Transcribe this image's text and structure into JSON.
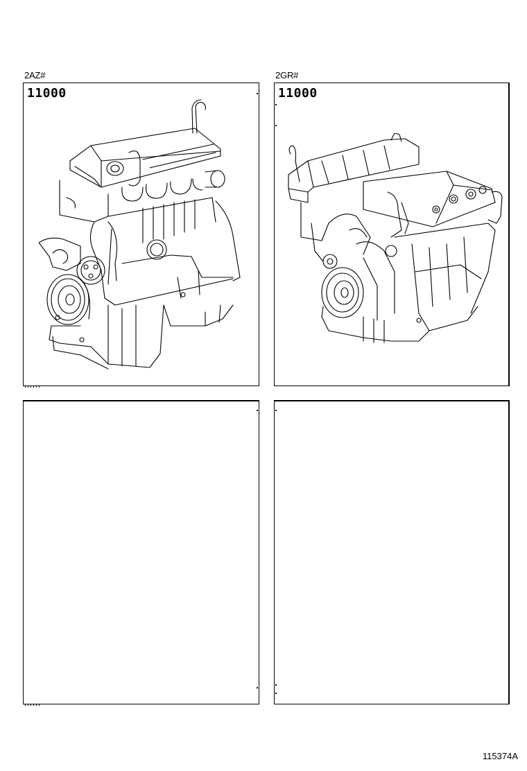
{
  "panels": [
    {
      "engine_code": "2AZ#",
      "part_number": "11000",
      "illustration": "inline-4 engine assembly (2AZ)"
    },
    {
      "engine_code": "2GR#",
      "part_number": "11000",
      "illustration": "V6 engine assembly (2GR)"
    },
    {
      "engine_code": "",
      "part_number": "",
      "illustration": "empty"
    },
    {
      "engine_code": "",
      "part_number": "",
      "illustration": "empty"
    }
  ],
  "footer": {
    "illustration_id": "115374A"
  },
  "colors": {
    "line": "#000000",
    "background": "#ffffff"
  }
}
